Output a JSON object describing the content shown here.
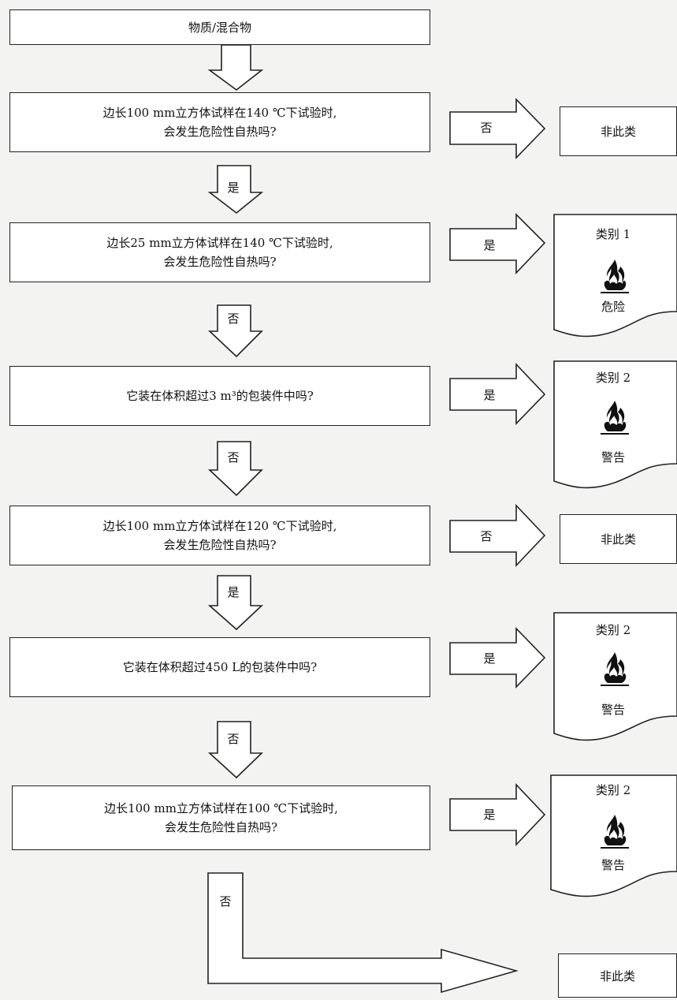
{
  "start": "物质/混合物",
  "questions": [
    {
      "line1": "边长100 mm立方体试样在140 ℃下试验时,",
      "line2": "会发生危险性自热吗?"
    },
    {
      "line1": "边长25 mm立方体试样在140 ℃下试验时,",
      "line2": "会发生危险性自热吗?"
    },
    {
      "line1": "它装在体积超过3 m³的包装件中吗?",
      "line2": ""
    },
    {
      "line1": "边长100 mm立方体试样在120 ℃下试验时,",
      "line2": "会发生危险性自热吗?"
    },
    {
      "line1": "它装在体积超过450 L的包装件中吗?",
      "line2": ""
    },
    {
      "line1": "边长100 mm立方体试样在100 ℃下试验时,",
      "line2": "会发生危险性自热吗?"
    }
  ],
  "down_labels": [
    "是",
    "否",
    "否",
    "是",
    "否",
    "否"
  ],
  "side_labels": [
    "否",
    "是",
    "是",
    "否",
    "是",
    "是"
  ],
  "results": [
    {
      "type": "none",
      "text": "非此类"
    },
    {
      "type": "category",
      "title": "类别 1",
      "signal": "危险",
      "icon": "flame-icon"
    },
    {
      "type": "category",
      "title": "类别 2",
      "signal": "警告",
      "icon": "flame-icon"
    },
    {
      "type": "none",
      "text": "非此类"
    },
    {
      "type": "category",
      "title": "类别 2",
      "signal": "警告",
      "icon": "flame-icon"
    },
    {
      "type": "category",
      "title": "类别 2",
      "signal": "警告",
      "icon": "flame-icon"
    }
  ],
  "final_result": "非此类"
}
